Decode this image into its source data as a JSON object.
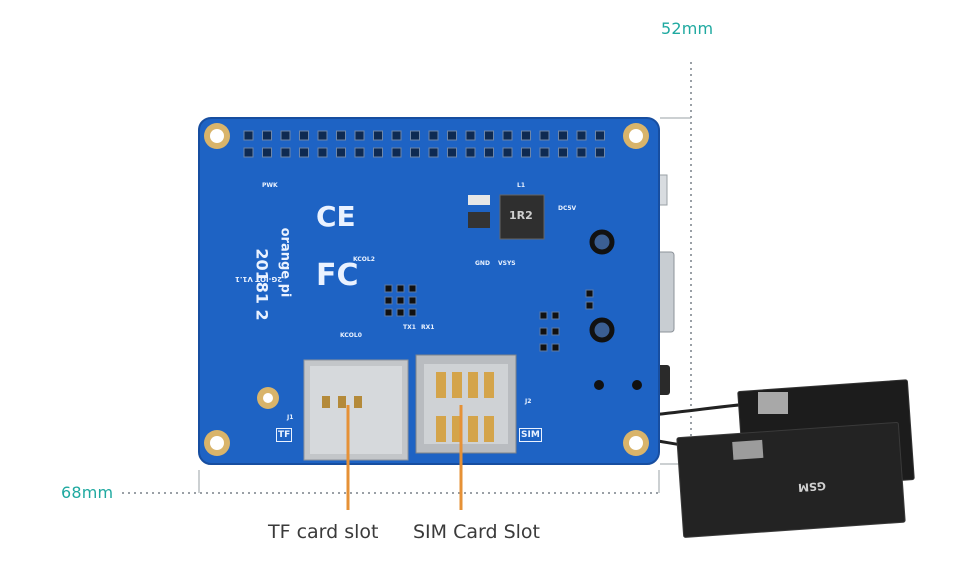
{
  "dimensions": {
    "height_label": "52mm",
    "width_label": "68mm"
  },
  "callouts": {
    "tf_slot": "TF card slot",
    "sim_slot": "SIM Card Slot"
  },
  "silkscreen": {
    "ce_mark": "CE",
    "fc_mark": "FC",
    "brand": "orange pi",
    "version_a": "2G-IOT V1.1",
    "version_b": "20181 2",
    "pwk": "PWK",
    "inductor": "1R2",
    "l1": "L1",
    "dc5v": "DC5V",
    "gnd": "GND",
    "vsys": "VSYS",
    "kcol2": "KCOL2",
    "kcol0": "KCOL0",
    "tx1": "TX1",
    "rx1": "RX1",
    "j1": "J1",
    "j2": "J2",
    "tf": "TF",
    "sim": "SIM",
    "antenna": "GSM"
  },
  "colors": {
    "accent": "#1fa9a0",
    "callout": "#e69136",
    "board": "#1e63c4",
    "label": "#3a3a3a"
  }
}
